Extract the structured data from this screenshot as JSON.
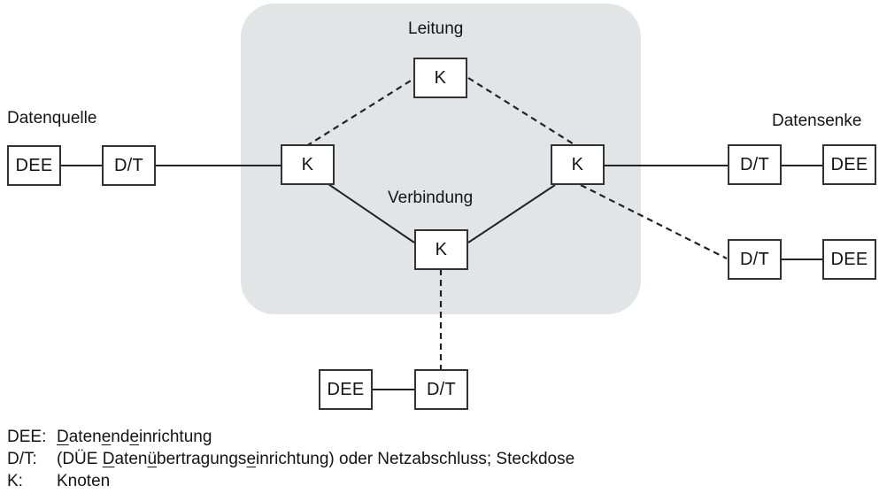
{
  "diagram": {
    "labels": {
      "datenquelle": "Datenquelle",
      "datensenke": "Datensenke",
      "leitung": "Leitung",
      "verbindung": "Verbindung"
    },
    "nodes": {
      "dee_left": "DEE",
      "dt_left": "D/T",
      "k_left": "K",
      "k_top": "K",
      "k_right": "K",
      "k_middle": "K",
      "dt_right_upper": "D/T",
      "dee_right_upper": "DEE",
      "dt_right_lower": "D/T",
      "dee_right_lower": "DEE",
      "dee_bottom": "DEE",
      "dt_bottom": "D/T"
    },
    "colors": {
      "cloud_fill": "#e2e5e6",
      "box_border": "#323232",
      "line": "#232323",
      "text": "#141414"
    }
  },
  "legend": {
    "rows": [
      {
        "abbr": "DEE:",
        "segments": [
          {
            "text": "D",
            "u": true
          },
          {
            "text": "aten",
            "u": false
          },
          {
            "text": "e",
            "u": true
          },
          {
            "text": "nd",
            "u": false
          },
          {
            "text": "e",
            "u": true
          },
          {
            "text": "inrichtung",
            "u": false
          }
        ]
      },
      {
        "abbr": "D/T:",
        "segments": [
          {
            "text": "(DÜE ",
            "u": false
          },
          {
            "text": "D",
            "u": true
          },
          {
            "text": "aten",
            "u": false
          },
          {
            "text": "ü",
            "u": true
          },
          {
            "text": "bertragungs",
            "u": false
          },
          {
            "text": "e",
            "u": true
          },
          {
            "text": "inrichtung) oder Netzabschluss; Steckdose",
            "u": false
          }
        ]
      },
      {
        "abbr": "K:",
        "segments": [
          {
            "text": "Knoten",
            "u": false
          }
        ]
      }
    ]
  }
}
